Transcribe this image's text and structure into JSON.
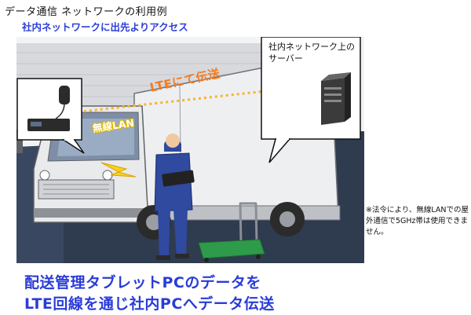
{
  "header": {
    "title": "データ通信 ネットワークの利用例",
    "subtitle": "社内ネットワークに出先よりアクセス"
  },
  "illustration": {
    "server_label": "社内ネットワーク上のサーバー",
    "lte_label": "LTEにて伝送",
    "wireless_label": "無線LAN",
    "colors": {
      "lte_arrow": "#f5b52b",
      "lte_text": "#f37a1f",
      "wireless_bolt": "#f7d21c",
      "uniform": "#2f4a9e",
      "truck_cab": "#e9eaec",
      "cart": "#2e9b4a"
    }
  },
  "note": {
    "text": "※法令により、無線LANでの屋外通信で5GHz帯は使用できません。"
  },
  "caption": {
    "line1": "配送管理タブレットPCのデータを",
    "line2": "LTE回線を通じ社内PCへデータ伝送"
  }
}
